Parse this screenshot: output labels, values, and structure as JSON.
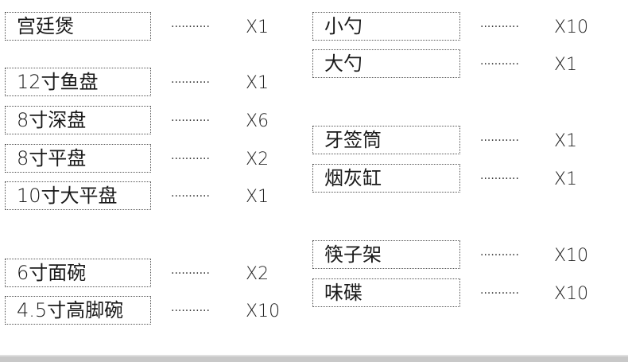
{
  "left_column": [
    {
      "name": "宫廷煲",
      "dots": "...........",
      "qty": "X1"
    },
    {
      "name": "12寸鱼盘",
      "dots": "...........",
      "qty": "X1"
    },
    {
      "name": "8寸深盘",
      "dots": "...........",
      "qty": "X6"
    },
    {
      "name": "8寸平盘",
      "dots": "...........",
      "qty": "X2"
    },
    {
      "name": "10寸大平盘",
      "dots": "...........",
      "qty": "X1"
    },
    {
      "name": "6寸面碗",
      "dots": "...........",
      "qty": "X2"
    },
    {
      "name": "4.5寸高脚碗",
      "dots": "...........",
      "qty": "X10"
    }
  ],
  "right_column": [
    {
      "name": "小勺",
      "dots": "...........",
      "qty": "X10"
    },
    {
      "name": "大勺",
      "dots": "...........",
      "qty": "X1"
    },
    {
      "name": "牙签筒",
      "dots": "...........",
      "qty": "X1"
    },
    {
      "name": "烟灰缸",
      "dots": "...........",
      "qty": "X1"
    },
    {
      "name": "筷子架",
      "dots": "...........",
      "qty": "X10"
    },
    {
      "name": "味碟",
      "dots": "...........",
      "qty": "X10"
    }
  ],
  "colors": {
    "border": "#555555",
    "text": "#1a1a1a",
    "band": "#c8c8c8"
  }
}
